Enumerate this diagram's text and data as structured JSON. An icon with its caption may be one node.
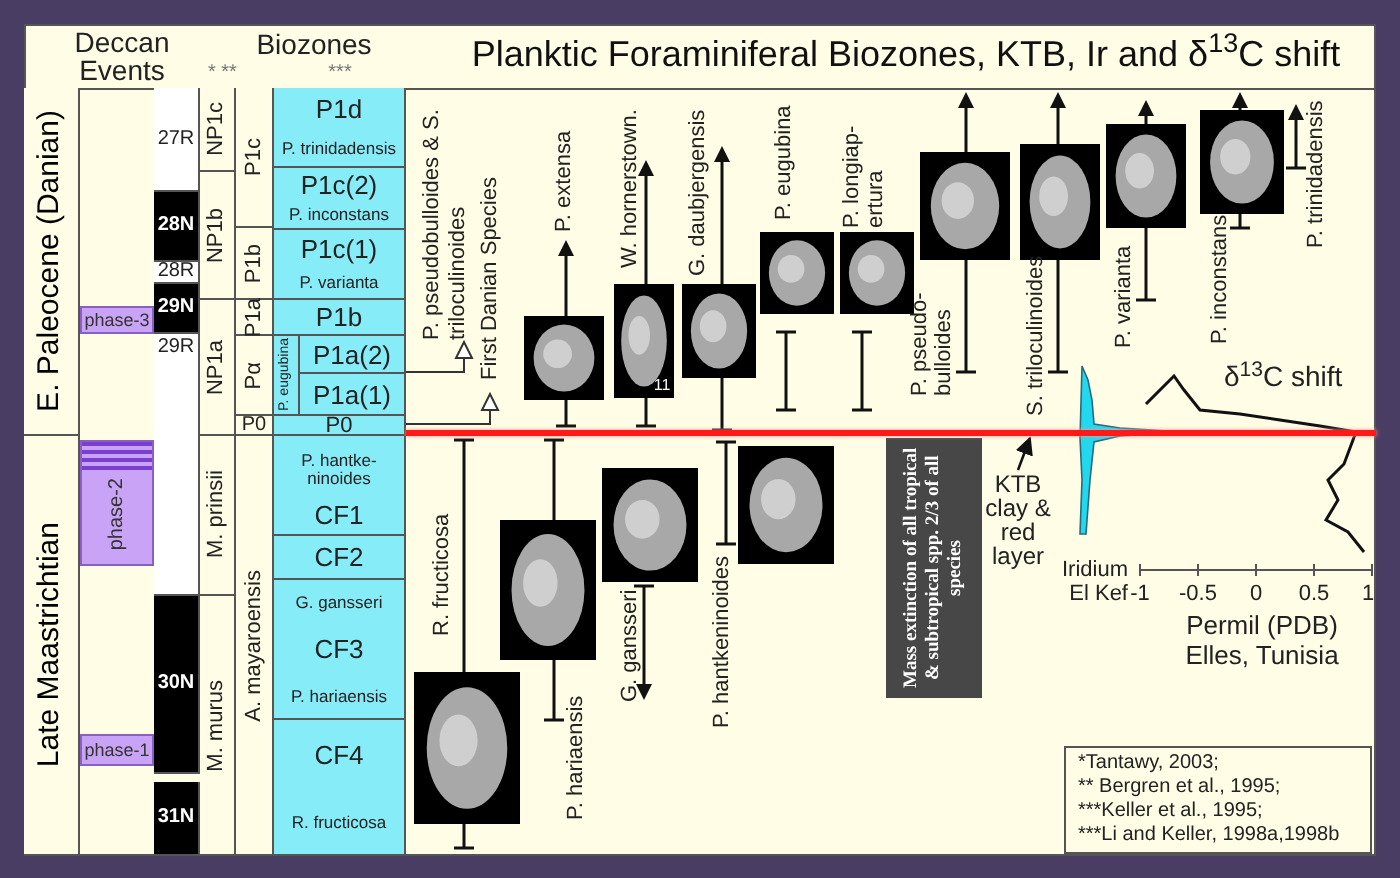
{
  "diagram": {
    "title": "Planktic Foraminiferal Biozones, KTB, Ir and δ$^{13}$C shift",
    "nodes": [
      {
        "text": [
          "E. Paleocene (Danian)"
        ]
      },
      {
        "text": [
          "Late Maastrichtian"
        ]
      },
      {
        "text": [
          "phase-3"
        ]
      },
      {
        "text": [
          "phase-2"
        ]
      },
      {
        "text": [
          "phase-1"
        ]
      },
      {
        "text": [
          "27R"
        ]
      },
      {
        "text": [
          "28N"
        ]
      },
      {
        "text": [
          "28R"
        ]
      },
      {
        "text": [
          "29N"
        ]
      },
      {
        "text": [
          "29R"
        ]
      },
      {
        "text": [
          "30N"
        ]
      },
      {
        "text": [
          "31N"
        ]
      },
      {
        "text": [
          "NP1c"
        ]
      },
      {
        "text": [
          "NP1b"
        ]
      },
      {
        "text": [
          "NP1a"
        ]
      },
      {
        "text": [
          "M. prinsii"
        ]
      },
      {
        "text": [
          "M. murus"
        ]
      },
      {
        "text": [
          "P1c"
        ]
      },
      {
        "text": [
          "P1b"
        ]
      },
      {
        "text": [
          "P1a"
        ]
      },
      {
        "text": [
          "Pα"
        ]
      },
      {
        "text": [
          "P. eugubina"
        ]
      },
      {
        "text": [
          "P0"
        ]
      },
      {
        "text": [
          "A. mayaroensis"
        ]
      },
      {
        "text": [
          "P1d",
          "P. trinidadensis"
        ]
      },
      {
        "text": [
          "P1c(2)",
          "P. inconstans"
        ]
      },
      {
        "text": [
          "P1c(1)",
          "P. varianta"
        ]
      },
      {
        "text": [
          "P1b"
        ]
      },
      {
        "text": [
          "P1a(2)"
        ]
      },
      {
        "text": [
          "P1a(1)"
        ]
      },
      {
        "text": [
          "P0"
        ]
      },
      {
        "text": [
          "P. hantke- ninoides",
          "CF1"
        ]
      },
      {
        "text": [
          "CF2"
        ]
      },
      {
        "text": [
          "G. gansseri",
          "CF3",
          "P. hariaensis"
        ]
      },
      {
        "text": [
          "CF4",
          "R. fructicosa"
        ]
      },
      {
        "text": [
          "Mass extinction of all tropical & subtropical spp. 2/3 of all species"
        ]
      },
      {
        "text": [
          "KTB clay & red layer"
        ]
      },
      {
        "text": [
          "*Tantawy, 2003;",
          "** Bergren et al., 1995;",
          "***Keller et al., 1995;",
          "***Li and Keller, 1998a,1998b"
        ]
      },
      {
        "text": [],
        "shape": "bar"
      }
    ],
    "edges": [
      {
        "from": 36,
        "to": 38,
        "arrow": "to"
      }
    ],
    "labels": [
      "Deccan Events",
      "Biozones",
      "* **",
      "***",
      "P. pseudobulloides & S. triloculinoides",
      "First Danian Species",
      "P. extensa",
      "W. hornerstown.",
      "G. daubjergensis",
      "P. eugubina",
      "P. longiap- ertura",
      "P. pseudo- bulloides",
      "S. triloculinoides",
      "P. varianta",
      "P. inconstans",
      "P. trinidadensis",
      "δ$^{13}$C shift",
      "R. fructicosa",
      "P. hariaensis",
      "G. gansseri",
      "P. hantkeninoides",
      "Iridium El Kef",
      "-1",
      "-0.5",
      "0",
      "0.5",
      "1",
      "Permil (PDB) Elles, Tunisia",
      "11"
    ]
  }
}
